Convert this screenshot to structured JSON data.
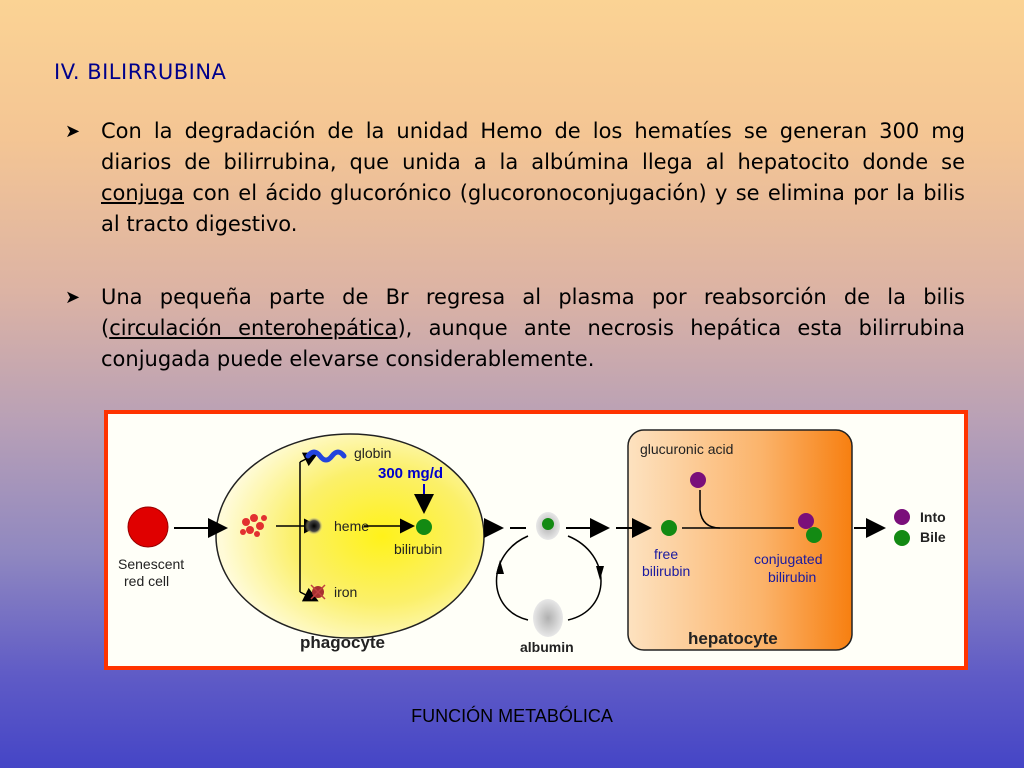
{
  "slide": {
    "title": "IV.  BILIRRUBINA",
    "footer": "FUNCIÓN METABÓLICA"
  },
  "bullets": [
    {
      "icon": "arrow-bullet-icon",
      "before": "Con la degradación de la unidad Hemo de los hematíes se generan 300 mg diarios de bilirrubina, que unida a la albúmina llega al hepatocito donde se ",
      "underlined": "conjuga",
      "after": " con el ácido glucorónico (glucoronoconjugación) y se elimina por la bilis al tracto digestivo."
    },
    {
      "icon": "arrow-bullet-icon",
      "before": " Una pequeña parte de Br regresa al plasma por reabsorción de la bilis (",
      "underlined": "circulación enterohepática",
      "after": "), aunque ante necrosis hepática esta bilirrubina conjugada puede elevarse considerablemente."
    }
  ],
  "diagram": {
    "senescent_line1": "Senescent",
    "senescent_line2": "red cell",
    "globin": "globin",
    "heme": "heme",
    "iron": "iron",
    "bilirubin": "bilirubin",
    "phagocyte": "phagocyte",
    "dose": "300 mg/d",
    "albumin": "albumin",
    "glucuronic_acid": "glucuronic acid",
    "free_line1": "free",
    "free_line2": "bilirubin",
    "conjugated_line1": "conjugated",
    "conjugated_line2": "bilirubin",
    "hepatocyte": "hepatocyte",
    "into": "Into",
    "bile": "Bile",
    "colors": {
      "border": "#ff3300",
      "red_cell": "#e00000",
      "bilirubin_dot": "#138a13",
      "glucuronic_dot": "#7a0f7a",
      "label_blue": "#1a1aa0",
      "dose_text": "#0000cc",
      "globin": "#2244dd"
    }
  }
}
